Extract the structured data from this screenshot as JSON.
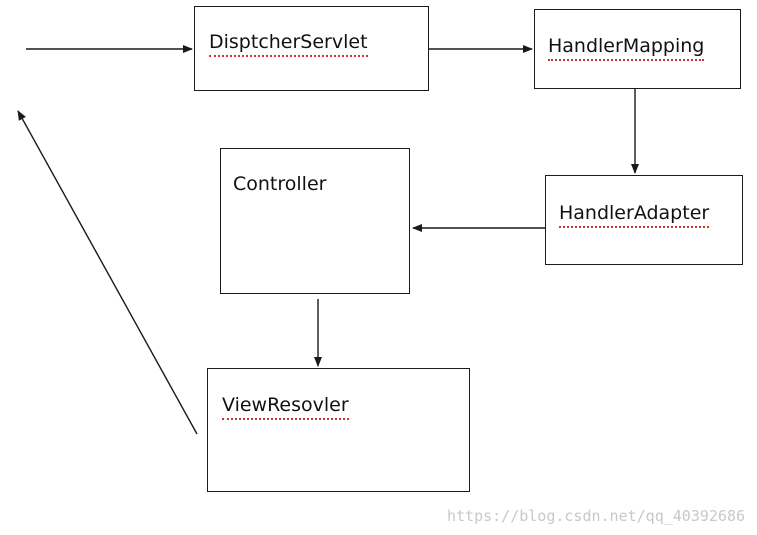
{
  "nodes": {
    "dispatcher_servlet": "DisptcherServlet",
    "handler_mapping": "HandlerMapping",
    "handler_adapter": "HandlerAdapter",
    "controller": "Controller",
    "view_resolver": "ViewResovler"
  },
  "edges": [
    {
      "from": "external-request",
      "to": "dispatcher_servlet"
    },
    {
      "from": "dispatcher_servlet",
      "to": "handler_mapping"
    },
    {
      "from": "handler_mapping",
      "to": "handler_adapter"
    },
    {
      "from": "handler_adapter",
      "to": "controller"
    },
    {
      "from": "controller",
      "to": "view_resolver"
    },
    {
      "from": "view_resolver",
      "to": "external-response"
    }
  ],
  "colors": {
    "stroke": "#1a1a1a",
    "spellcheck_underline": "#cc3333",
    "watermark": "#c8c8c8"
  },
  "watermark": "https://blog.csdn.net/qq_40392686"
}
